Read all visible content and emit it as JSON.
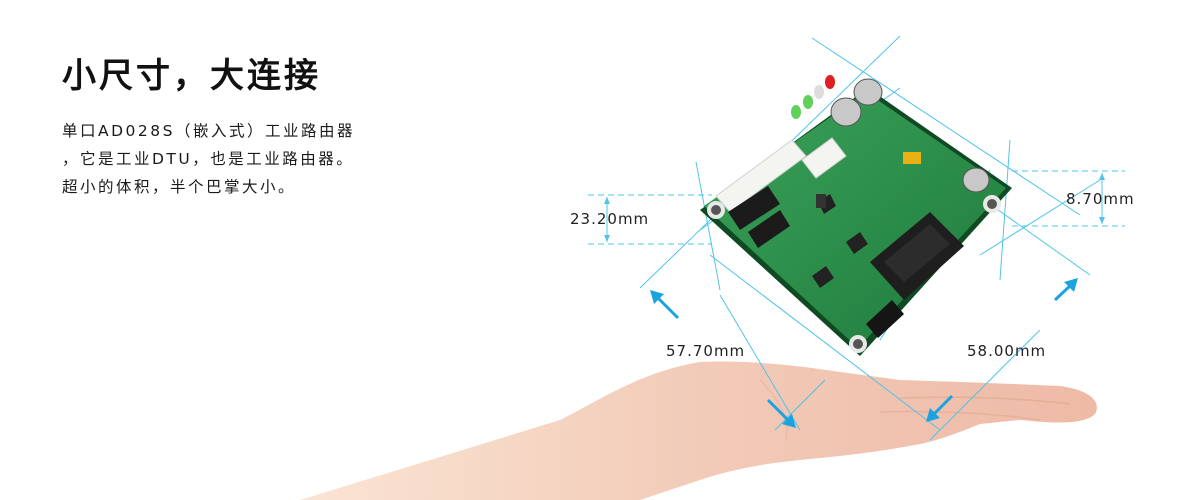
{
  "headline": "小尺寸，大连接",
  "description": {
    "lines": [
      "单口AD028S（嵌入式）工业路由器",
      "，它是工业DTU，也是工业路由器。",
      "超小的体积，半个巴掌大小。"
    ]
  },
  "dimensions": {
    "height_left": "23.20mm",
    "height_right": "8.70mm",
    "width_left": "57.70mm",
    "width_right": "58.00mm"
  },
  "colors": {
    "accent_line": "#4fc3ea",
    "arrow": "#1aa3e0",
    "pcb_green": "#2f8f4a",
    "skin": "#f3cdbb",
    "text": "#111111"
  }
}
